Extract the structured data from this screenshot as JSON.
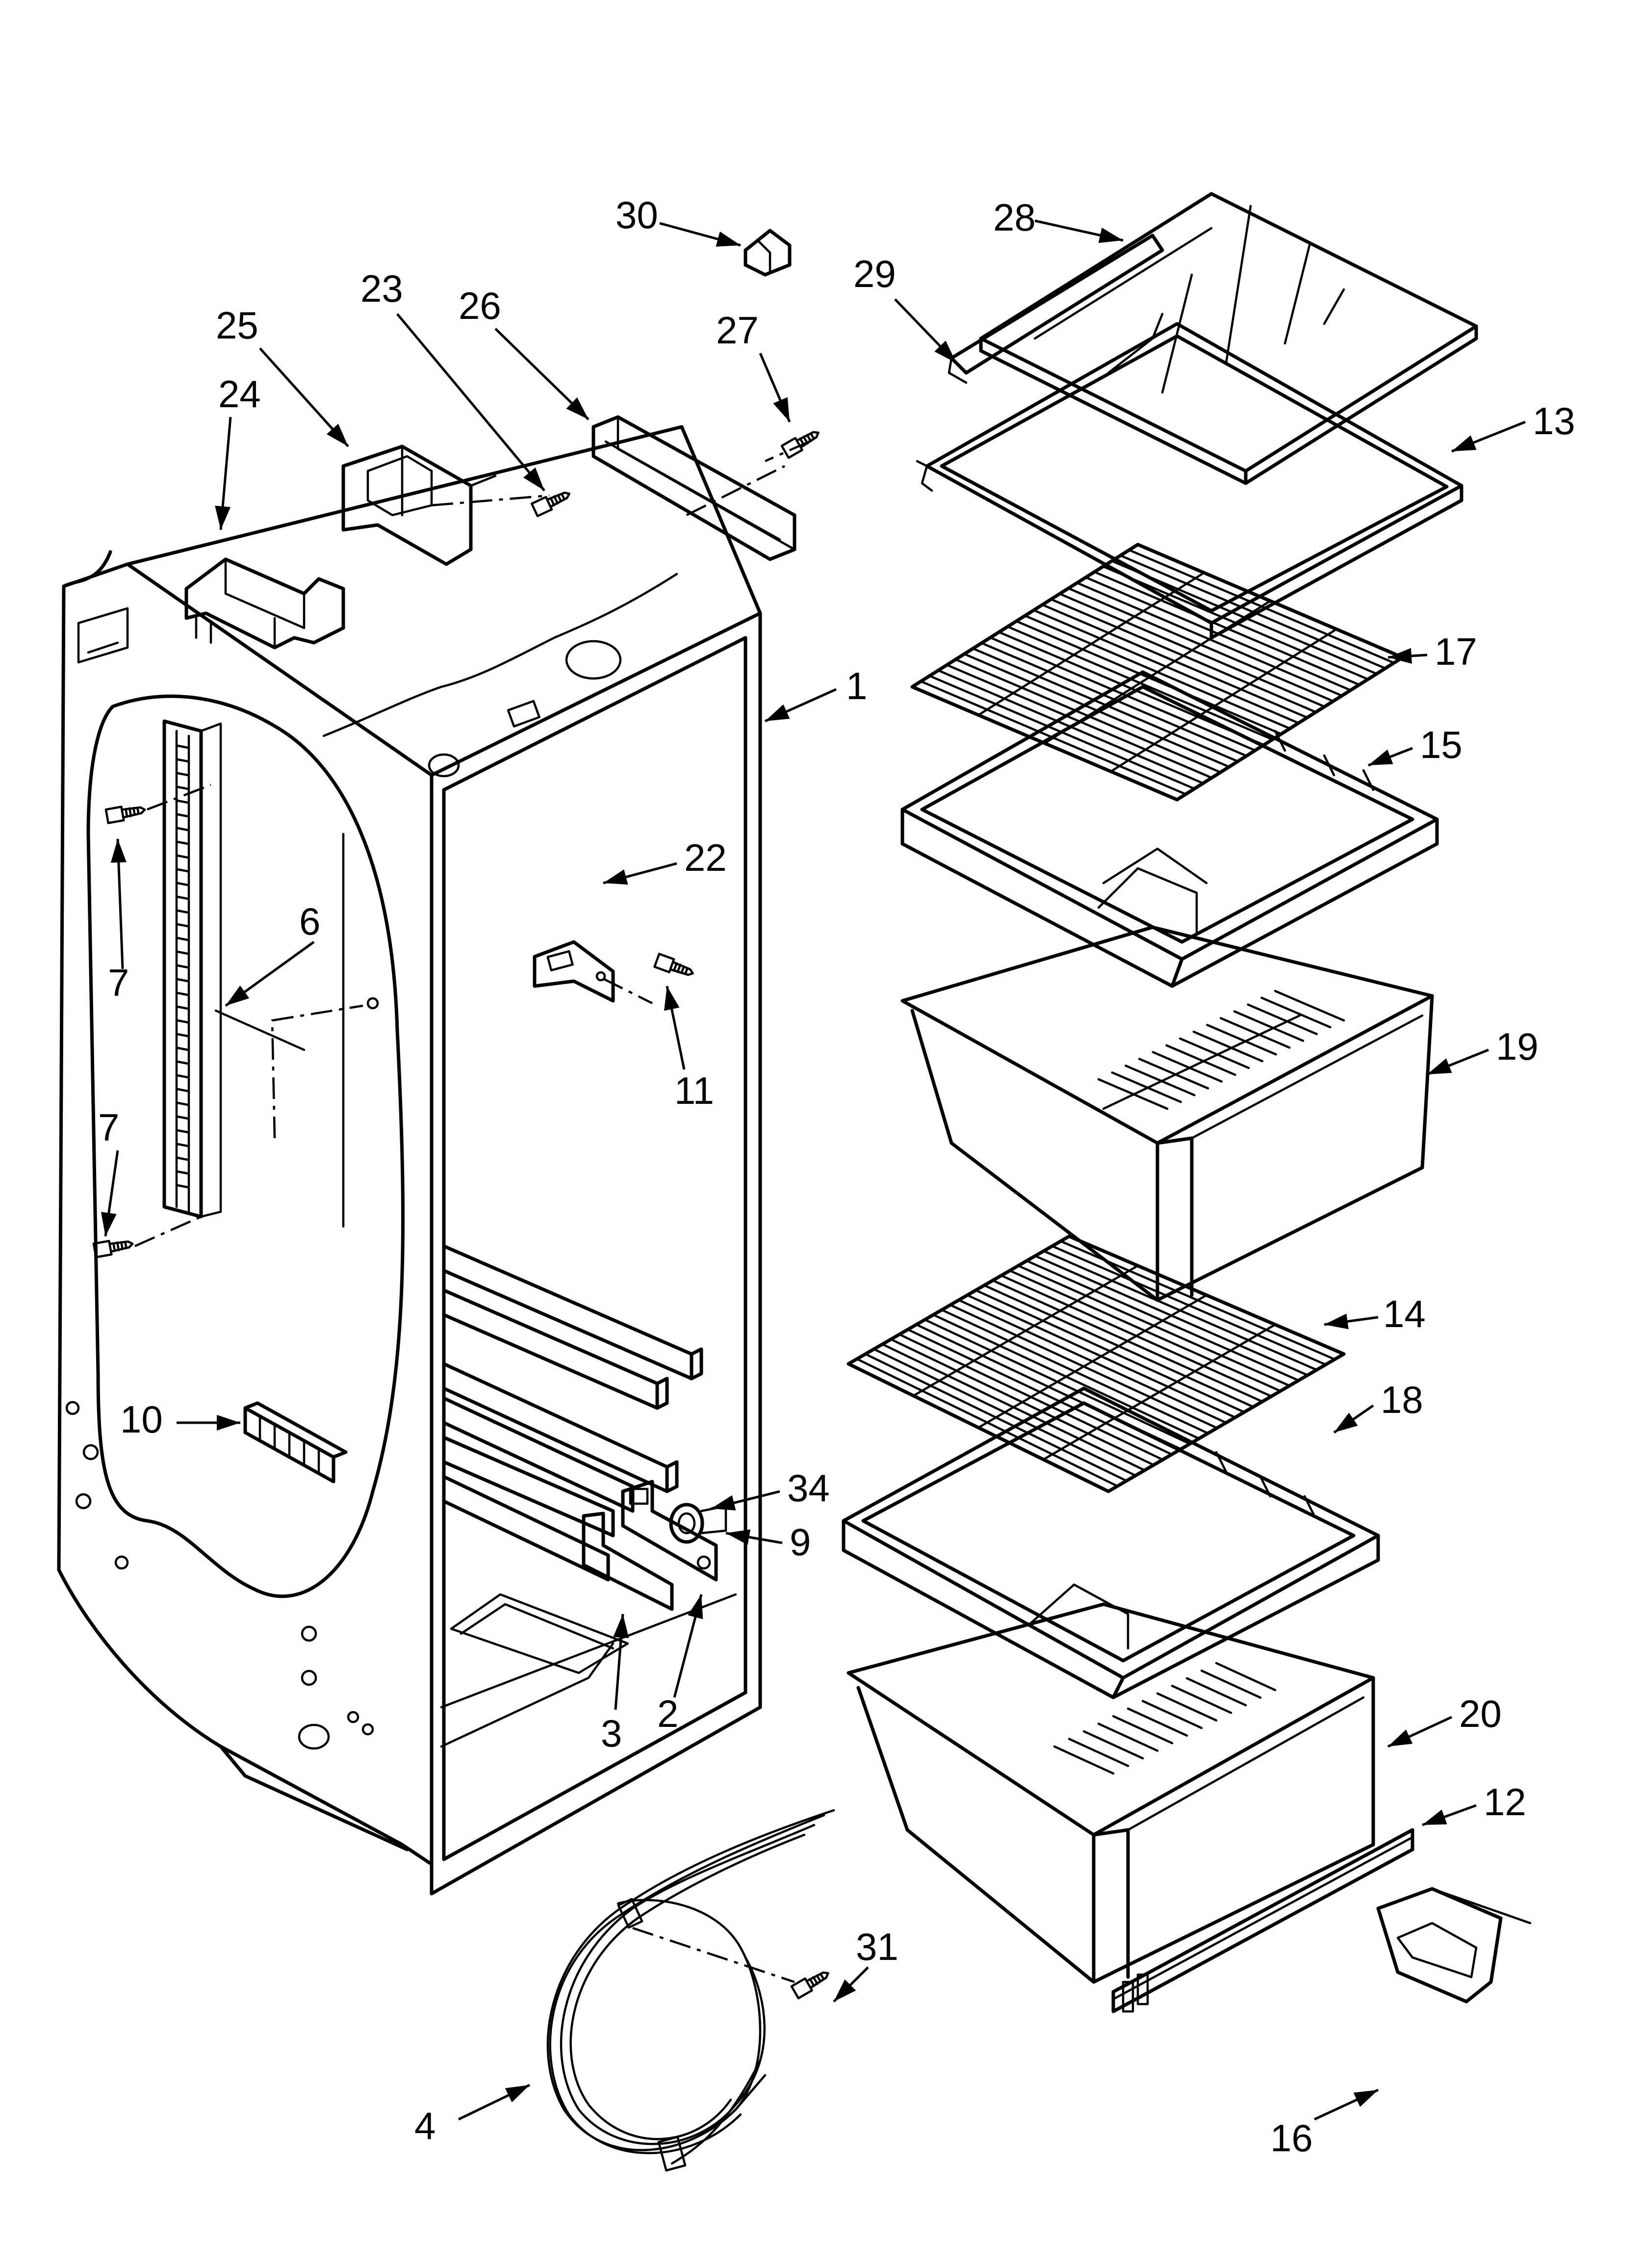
{
  "callouts": [
    {
      "id": "c1",
      "label": "1"
    },
    {
      "id": "c2",
      "label": "2"
    },
    {
      "id": "c3",
      "label": "3"
    },
    {
      "id": "c4",
      "label": "4"
    },
    {
      "id": "c6",
      "label": "6"
    },
    {
      "id": "c7a",
      "label": "7"
    },
    {
      "id": "c7b",
      "label": "7"
    },
    {
      "id": "c9",
      "label": "9"
    },
    {
      "id": "c10",
      "label": "10"
    },
    {
      "id": "c11",
      "label": "11"
    },
    {
      "id": "c12",
      "label": "12"
    },
    {
      "id": "c13",
      "label": "13"
    },
    {
      "id": "c14",
      "label": "14"
    },
    {
      "id": "c15",
      "label": "15"
    },
    {
      "id": "c16",
      "label": "16"
    },
    {
      "id": "c17",
      "label": "17"
    },
    {
      "id": "c18",
      "label": "18"
    },
    {
      "id": "c19",
      "label": "19"
    },
    {
      "id": "c20",
      "label": "20"
    },
    {
      "id": "c22",
      "label": "22"
    },
    {
      "id": "c23",
      "label": "23"
    },
    {
      "id": "c24",
      "label": "24"
    },
    {
      "id": "c25",
      "label": "25"
    },
    {
      "id": "c26",
      "label": "26"
    },
    {
      "id": "c27",
      "label": "27"
    },
    {
      "id": "c28",
      "label": "28"
    },
    {
      "id": "c29",
      "label": "29"
    },
    {
      "id": "c30",
      "label": "30"
    },
    {
      "id": "c31",
      "label": "31"
    },
    {
      "id": "c34",
      "label": "34"
    }
  ]
}
